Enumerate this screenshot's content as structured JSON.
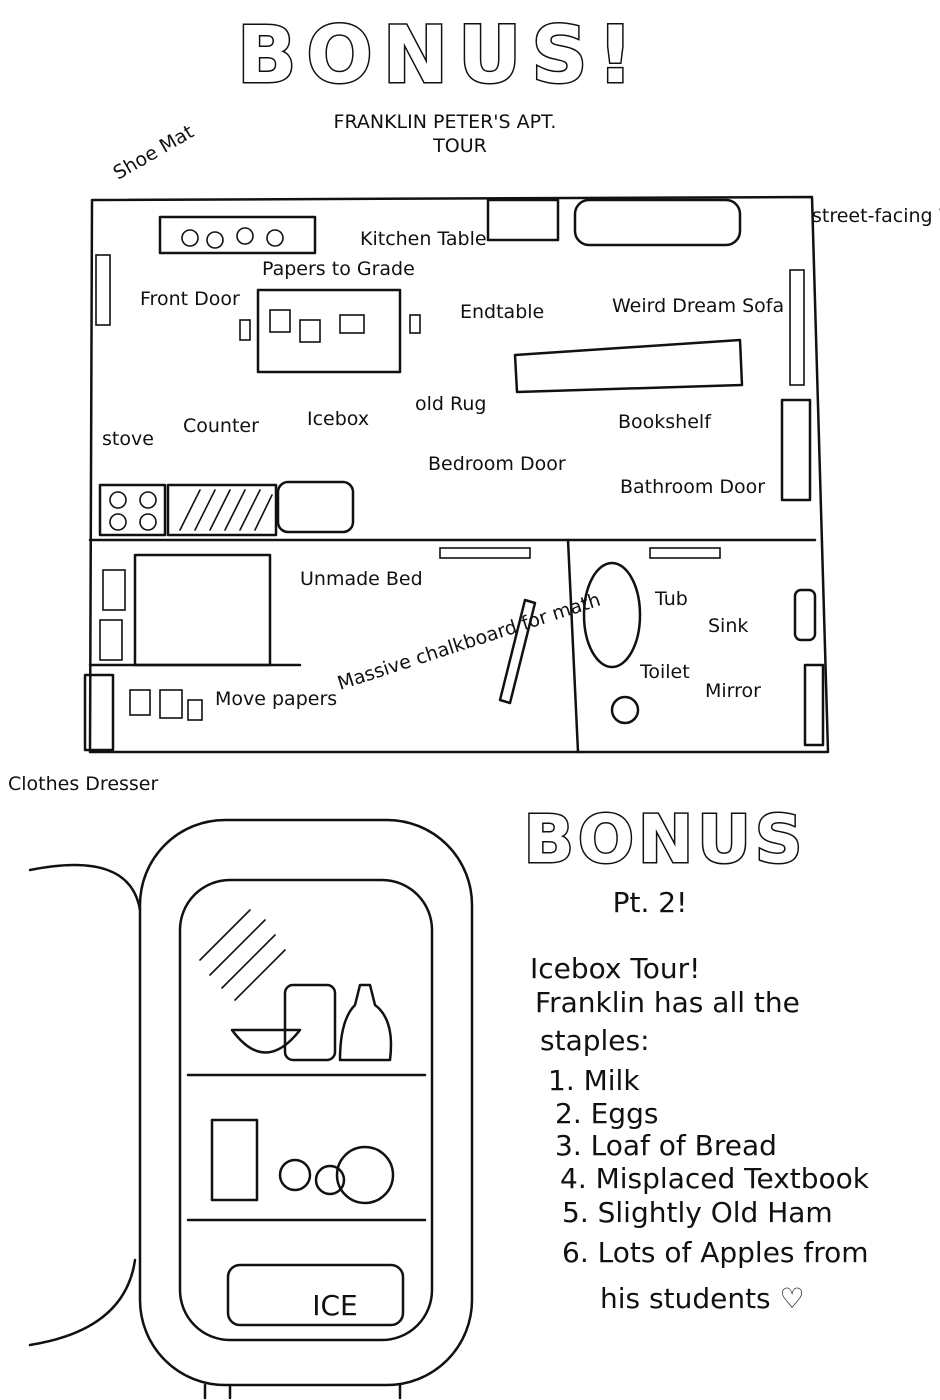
{
  "header": {
    "title": "BONUS!",
    "subtitle": "FRANKLIN PETER'S APT.",
    "subtitle2": "TOUR"
  },
  "floorplan": {
    "labels": {
      "shoe_mat": "Shoe Mat",
      "kitchen_table": "Kitchen Table",
      "papers_to_grade": "Papers to Grade",
      "front_door": "Front Door",
      "end_table": "Endtable",
      "sofa": "Weird Dream Sofa",
      "window": "street-facing Window",
      "rug": "old Rug",
      "bookshelf": "Bookshelf",
      "stove": "stove",
      "counter": "Counter",
      "icebox": "Icebox",
      "bedroom_door": "Bedroom Door",
      "bathroom_door": "Bathroom Door",
      "bed": "Unmade Bed",
      "chalkboard": "Massive chalkboard for math",
      "move_papers": "Move papers",
      "tub": "Tub",
      "sink": "Sink",
      "toilet": "Toilet",
      "mirror": "Mirror",
      "dresser": "Clothes Dresser"
    }
  },
  "part2": {
    "title": "BONUS",
    "subtitle": "Pt. 2!",
    "intro1": "Icebox Tour!",
    "intro2": "Franklin has all the",
    "intro3": "staples:",
    "items": [
      "1. Milk",
      "2. Eggs",
      "3. Loaf of Bread",
      "4. Misplaced Textbook",
      "5. Slightly Old Ham",
      "6. Lots of Apples from",
      "his students ♡"
    ],
    "ice_label": "ICE"
  }
}
